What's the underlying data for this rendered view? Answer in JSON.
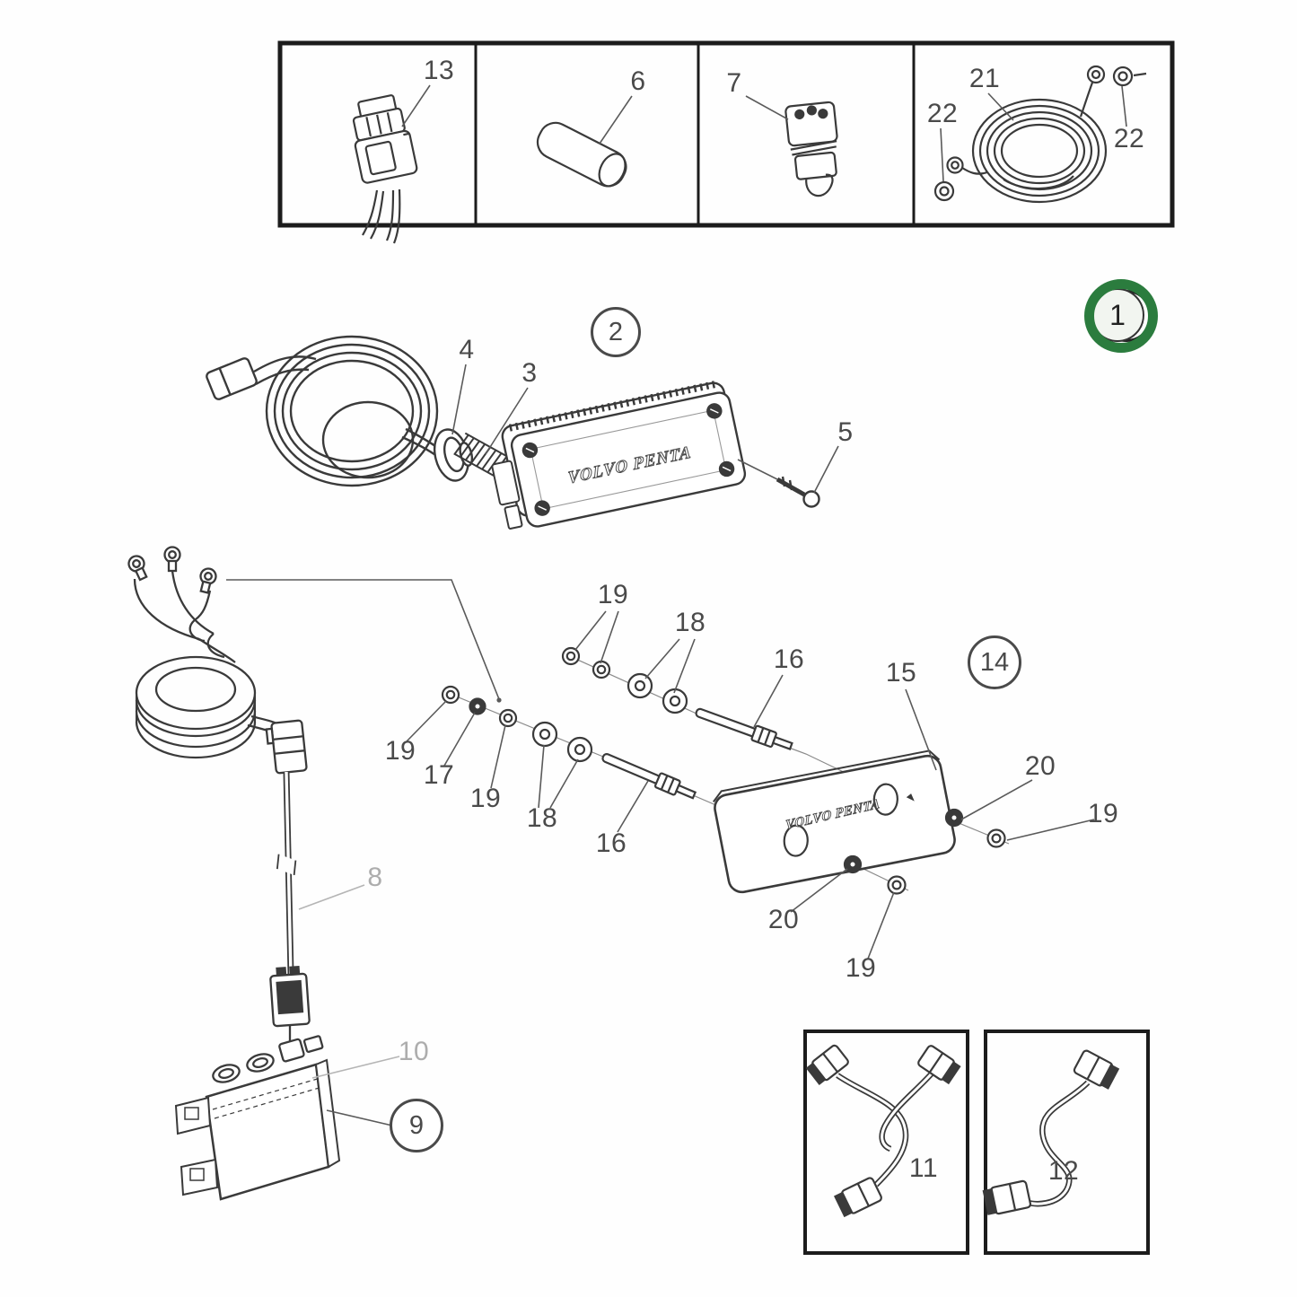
{
  "diagram": {
    "brand": "VOLVO PENTA",
    "badge_highlight": "1",
    "badge_panel_assembly": "2",
    "badge_mount_kit": "14",
    "badge_control_unit": "9",
    "top_row": {
      "connector": "13",
      "sleeve": "6",
      "switch": "7",
      "battery_cable": "21",
      "washer_a": "22",
      "washer_b": "22"
    },
    "panel_assembly": {
      "grommet": "4",
      "protective_spring": "3",
      "screw": "5"
    },
    "mount_kit": {
      "nut_top": "19",
      "washer_top": "18",
      "stud_top": "16",
      "pad": "15",
      "nut_1": "19",
      "locknut": "17",
      "nut_2": "19",
      "washer_bottom": "18",
      "stud_bottom": "16",
      "washer_right": "20",
      "nut_right": "19",
      "washer_lower": "20",
      "nut_lower": "19"
    },
    "harness": {
      "cable": "8",
      "control_unit": "10"
    },
    "extension_kits": {
      "y_cable": "11",
      "extension_cable": "12"
    }
  }
}
